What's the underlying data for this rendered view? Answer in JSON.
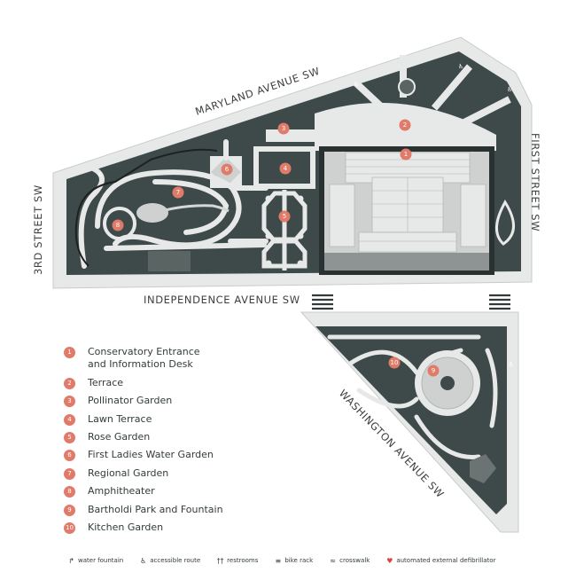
{
  "colors": {
    "ground": "#3e4a49",
    "path": "#e7e8e8",
    "building": "#cfd1d1",
    "badge": "#e07a69",
    "text": "#333b3d",
    "aed": "#d8473a"
  },
  "streets": {
    "maryland": "MARYLAND AVENUE SW",
    "first": "FIRST STREET SW",
    "third": "3RD STREET SW",
    "independence": "INDEPENDENCE AVENUE SW",
    "washington": "WASHINGTON AVENUE SW"
  },
  "legend": [
    {
      "number": "1",
      "label": "Conservatory Entrance"
    },
    {
      "number": "",
      "label": "and Information Desk"
    },
    {
      "number": "2",
      "label": "Terrace"
    },
    {
      "number": "3",
      "label": "Pollinator Garden"
    },
    {
      "number": "4",
      "label": "Lawn Terrace"
    },
    {
      "number": "5",
      "label": "Rose Garden"
    },
    {
      "number": "6",
      "label": "First Ladies Water Garden"
    },
    {
      "number": "7",
      "label": "Regional Garden"
    },
    {
      "number": "8",
      "label": "Amphitheater"
    },
    {
      "number": "9",
      "label": "Bartholdi Park and Fountain"
    },
    {
      "number": "10",
      "label": "Kitchen Garden"
    }
  ],
  "markers": [
    "1",
    "2",
    "3",
    "4",
    "5",
    "6",
    "7",
    "8",
    "9",
    "10"
  ],
  "key": [
    {
      "icon": "water-fountain-icon",
      "glyph": "↱",
      "label": "water fountain"
    },
    {
      "icon": "accessible-route-icon",
      "glyph": "♿",
      "label": "accessible route"
    },
    {
      "icon": "restrooms-icon",
      "glyph": "††",
      "label": "restrooms"
    },
    {
      "icon": "bike-rack-icon",
      "glyph": "≡",
      "label": "bike rack"
    },
    {
      "icon": "crosswalk-icon",
      "glyph": "≈",
      "label": "crosswalk"
    },
    {
      "icon": "aed-icon",
      "glyph": "♥",
      "label": "automated external defibrillator"
    }
  ]
}
